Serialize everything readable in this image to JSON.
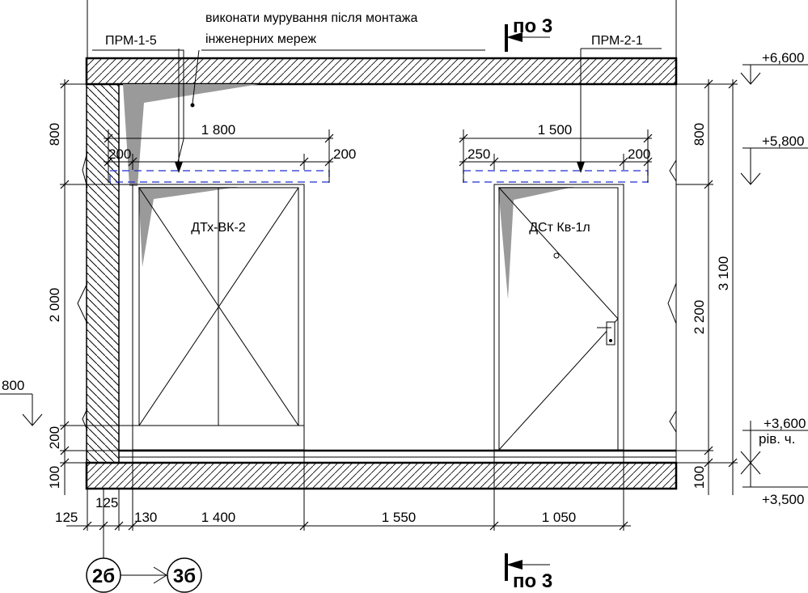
{
  "notes": {
    "masonry_line1": "виконати мурування після монтажа",
    "masonry_line2": "інженерних мереж"
  },
  "tags": {
    "lintel_left": "ПРМ-1-5",
    "lintel_right": "ПРМ-2-1",
    "window": "ДТх-ВК-2",
    "door": "ДСт Кв-1л"
  },
  "section": {
    "top": "по 3",
    "bottom": "по 3"
  },
  "axes": {
    "left": "2б",
    "right": "3б"
  },
  "dims": {
    "left_800": "800",
    "left_2000": "2 000",
    "left_200": "200",
    "left_100": "100",
    "side_800": "800",
    "lintel_1800": "1 800",
    "lintel_1500": "1 500",
    "l_200a": "200",
    "l_200b": "200",
    "r_250": "250",
    "r_200": "200",
    "right_800": "800",
    "right_2200": "2 200",
    "right_100": "100",
    "total_3100": "3 100",
    "b_125a": "125",
    "b_125b": "125",
    "b_130": "130",
    "b_1400": "1 400",
    "b_1550": "1 550",
    "b_1050": "1 050"
  },
  "levels": {
    "l1": "+6,600",
    "l2": "+5,800",
    "l3": "+3,600",
    "floor_note": "рів. ч.",
    "l4": "+3,500"
  }
}
